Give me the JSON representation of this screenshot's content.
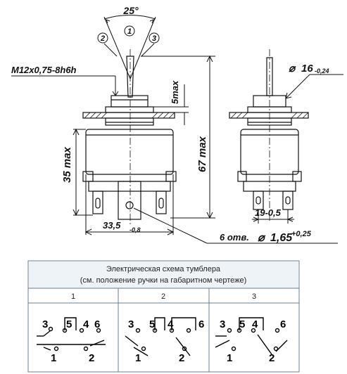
{
  "drawing": {
    "angle": "25°",
    "positions": [
      "2",
      "1",
      "3"
    ],
    "thread": "M12x0,75-8h6h",
    "collar": "5max",
    "height_total": "67 max",
    "height_body": "35 max",
    "width_body": "33,5",
    "width_body_tol": "-0,8",
    "diameter": "16",
    "diameter_tol": "-0,24",
    "pin_spacing": "19-0,5",
    "holes": "6 отв.",
    "hole_diameter": "1,65",
    "hole_tol": "+0,25"
  },
  "table": {
    "title_line1": "Электрическая схема тумблера",
    "title_line2": "(см. положение ручки на габаритном чертеже)",
    "columns": [
      "1",
      "2",
      "3"
    ],
    "pins_top": [
      "3",
      "5",
      "4",
      "6"
    ],
    "pins_bottom": [
      "1",
      "2"
    ]
  },
  "colors": {
    "line": "#111111",
    "table_border": "#6c7c8c",
    "table_header_bg": "#eef3f7"
  }
}
